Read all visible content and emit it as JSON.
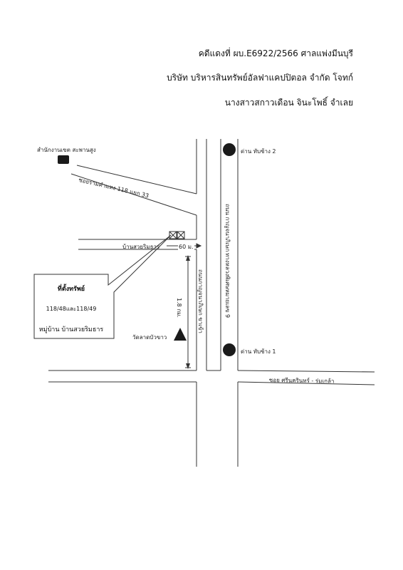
{
  "header": {
    "case_line": "คดีแดงที่ ผบ.E6922/2566 ศาลแพ่งมีนบุรี",
    "parties_line": "บริษัท บริหารสินทรัพย์อัลฟาแคปปิตอล จำกัด    โจทก์",
    "defendant_line": "นางสาวสกาวเดือน จินะโพธิ์  จำเลย"
  },
  "labels": {
    "district_office": "สำนักงานเขต สะพานสูง",
    "soi_ramkhamhaeng": "ซอยรามคำแหง 118 แยก 33",
    "toll_booth_2": "ด่าน ทับช้าง 2",
    "toll_booth_1": "ด่าน ทับช้าง 1",
    "ban_suan_rimthan": "บ้านสวยริมธาร",
    "distance_60m": "60 ม.",
    "distance_18km": "1.8 กม.",
    "wat_lat_buakhao": "วัดลาดบัวขาว",
    "soi_srinakarin": "ซอย ศรีนครินทร์ - ร่มเกล้า",
    "road_kanchana": "ถนน กาญจนาภิเษก",
    "road_motorway": "ทางหลวงพิเศษหมายเลข 9",
    "road_service_left": "ถนนกาญจนาภิเษก ขาเข้า"
  },
  "property_box": {
    "title": "ที่ตั้งทรัพย์",
    "numbers": "118/48และ118/49",
    "village": "หมู่บ้าน บ้านสวยริมธาร"
  },
  "colors": {
    "line": "#333333",
    "marker": "#1a1a1a"
  },
  "icons": {
    "office": "square-marker-icon",
    "toll": "circle-marker-icon",
    "temple": "triangle-marker-icon",
    "property": "crossed-box-icon"
  }
}
